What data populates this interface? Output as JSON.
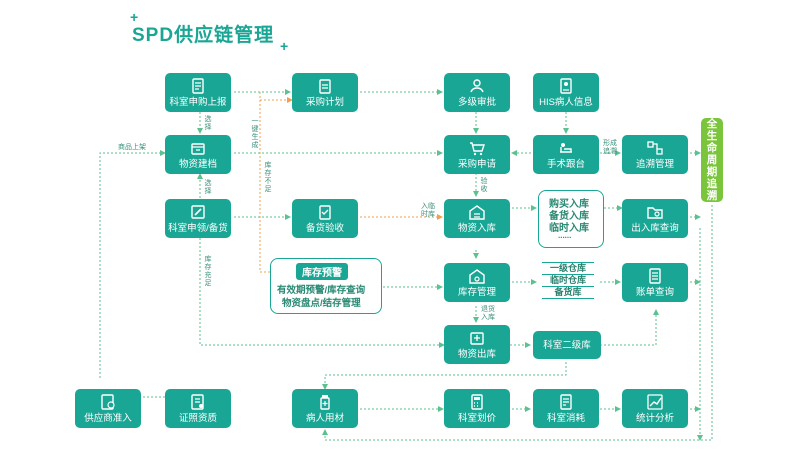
{
  "title": "SPD供应链管理",
  "nodes": {
    "dept_purchase_report": "科室申购上报",
    "purchase_plan": "采购计划",
    "multi_approval": "多级审批",
    "his_patient_info": "HIS病人信息",
    "material_archive": "物资建档",
    "purchase_request": "采购申请",
    "surgery_followup": "手术跟台",
    "trace_management": "追溯管理",
    "dept_requisition": "科室申领/备货",
    "stock_acceptance": "备货验收",
    "material_inbound": "物资入库",
    "inbound_query": "出入库查询",
    "inventory_management": "库存管理",
    "bill_query": "账单查询",
    "material_outbound": "物资出库",
    "dept_secondary_warehouse": "科室二级库",
    "supplier_access": "供应商准入",
    "certificate_qualification": "证照资质",
    "patient_materials": "病人用材",
    "dept_pricing": "科室划价",
    "dept_consumption": "科室消耗",
    "statistical_analysis": "统计分析"
  },
  "lifecycle_label": "全生命周期追溯",
  "inbound_types": [
    "购买入库",
    "备货入库",
    "临时入库",
    "......"
  ],
  "warehouse_levels": [
    "一级仓库",
    "临时仓库",
    "备货库"
  ],
  "inventory_alert": {
    "tag": "库存预警",
    "lines": [
      "有效期预警/库存查询",
      "物资盘点/结存管理"
    ]
  },
  "annotations": {
    "select_1": "选择",
    "select_2": "选择",
    "product_listing": "商品上架",
    "one_click_generate": "一键生成",
    "stock_insufficient": "库存不足",
    "stock_sufficient": "库存充足",
    "acceptance": "验收",
    "temporary_inbound": "入临时库",
    "form_trace": "形成追溯",
    "return_inbound": "退货入库"
  },
  "colors": {
    "primary": "#1aa694",
    "accent_green": "#7bc53c",
    "connector_orange": "#f0a04b",
    "connector_green": "#5cc08f"
  }
}
